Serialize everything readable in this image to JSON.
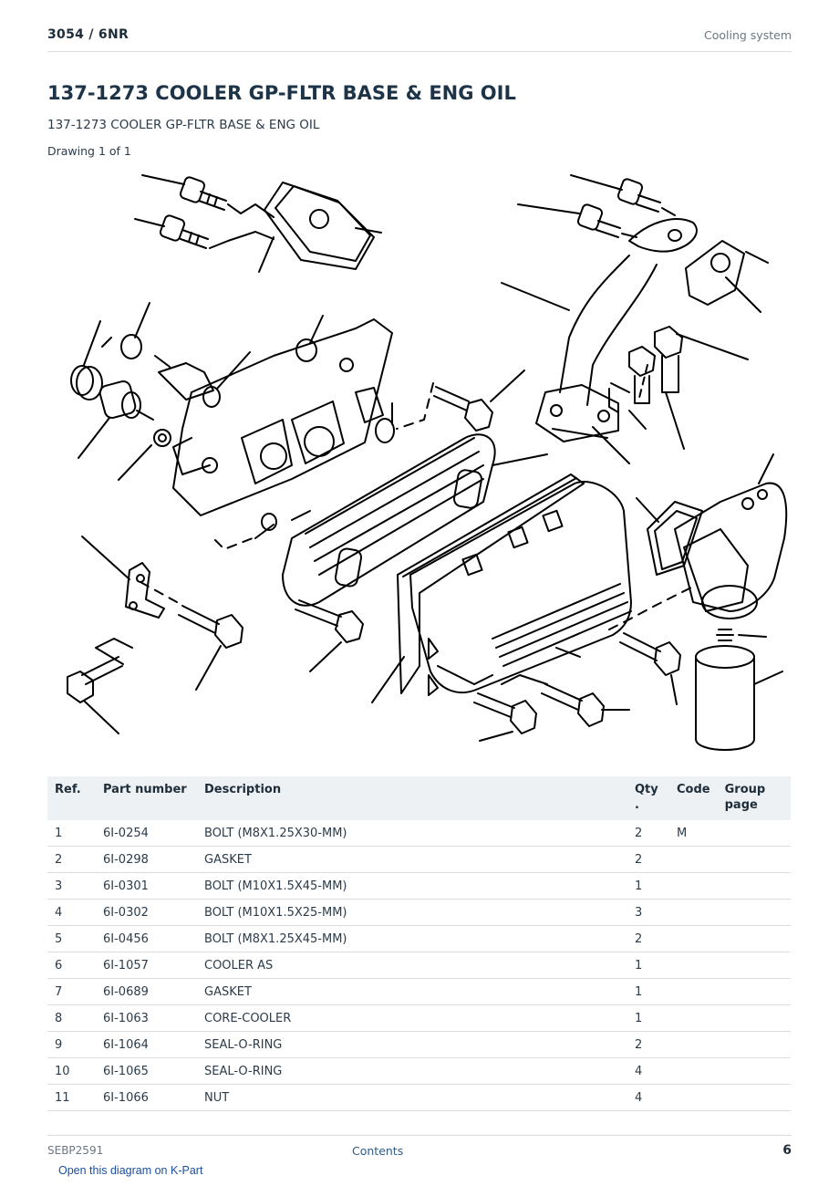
{
  "header": {
    "model": "3054  /  6NR",
    "section": "Cooling system"
  },
  "title": "137-1273 COOLER GP-FLTR BASE & ENG OIL",
  "subtitle": "137-1273 COOLER GP-FLTR BASE & ENG OIL",
  "drawing_note": "Drawing 1 of 1",
  "parts_table": {
    "columns": [
      "Ref.",
      "Part number",
      "Description",
      "Qty\n.",
      "Code",
      "Group page"
    ],
    "rows": [
      {
        "ref": "1",
        "part": "6I-0254",
        "desc": "BOLT (M8X1.25X30-MM)",
        "qty": "2",
        "code": "M",
        "group": ""
      },
      {
        "ref": "2",
        "part": "6I-0298",
        "desc": "GASKET",
        "qty": "2",
        "code": "",
        "group": ""
      },
      {
        "ref": "3",
        "part": "6I-0301",
        "desc": "BOLT (M10X1.5X45-MM)",
        "qty": "1",
        "code": "",
        "group": ""
      },
      {
        "ref": "4",
        "part": "6I-0302",
        "desc": "BOLT (M10X1.5X25-MM)",
        "qty": "3",
        "code": "",
        "group": ""
      },
      {
        "ref": "5",
        "part": "6I-0456",
        "desc": "BOLT (M8X1.25X45-MM)",
        "qty": "2",
        "code": "",
        "group": ""
      },
      {
        "ref": "6",
        "part": "6I-1057",
        "desc": "COOLER AS",
        "qty": "1",
        "code": "",
        "group": ""
      },
      {
        "ref": "7",
        "part": "6I-0689",
        "desc": "GASKET",
        "qty": "1",
        "code": "",
        "group": ""
      },
      {
        "ref": "8",
        "part": "6I-1063",
        "desc": "CORE-COOLER",
        "qty": "1",
        "code": "",
        "group": ""
      },
      {
        "ref": "9",
        "part": "6I-1064",
        "desc": "SEAL-O-RING",
        "qty": "2",
        "code": "",
        "group": ""
      },
      {
        "ref": "10",
        "part": "6I-1065",
        "desc": "SEAL-O-RING",
        "qty": "4",
        "code": "",
        "group": ""
      },
      {
        "ref": "11",
        "part": "6I-1066",
        "desc": "NUT",
        "qty": "4",
        "code": "",
        "group": ""
      }
    ]
  },
  "footer": {
    "doc_id": "SEBP2591",
    "contents_link": "Contents",
    "page_number": "6"
  },
  "kpart_link": "Open this diagram on K-Part"
}
